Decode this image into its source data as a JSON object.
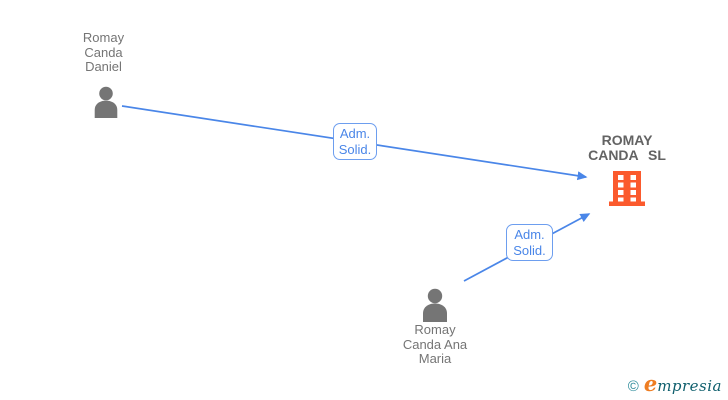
{
  "nodes": {
    "daniel": {
      "line1": "Romay",
      "line2": "Canda",
      "line3": "Daniel"
    },
    "company": {
      "line1": "ROMAY",
      "line2": "CANDA SL"
    },
    "ana": {
      "line1": "Romay",
      "line2": "Canda Ana",
      "line3": "Maria"
    }
  },
  "edges": {
    "daniel_to_company": {
      "line1": "Adm.",
      "line2": "Solid."
    },
    "ana_to_company": {
      "line1": "Adm.",
      "line2": "Solid."
    }
  },
  "branding": {
    "copyright_symbol": "©",
    "wordmark_initial": "e",
    "wordmark_rest": "mpresia"
  },
  "icons": {
    "person": "person-icon",
    "company": "building-icon"
  },
  "colors": {
    "edge_blue": "#4a86e8",
    "edge_label_border": "#6d9eef",
    "person_gray": "#757575",
    "company_text_gray": "#636363",
    "building_orange": "#fb5a2d",
    "logo_teal": "#2a8a99",
    "logo_orange": "#ee7d22",
    "logo_dark_teal": "#0f5f6d"
  }
}
